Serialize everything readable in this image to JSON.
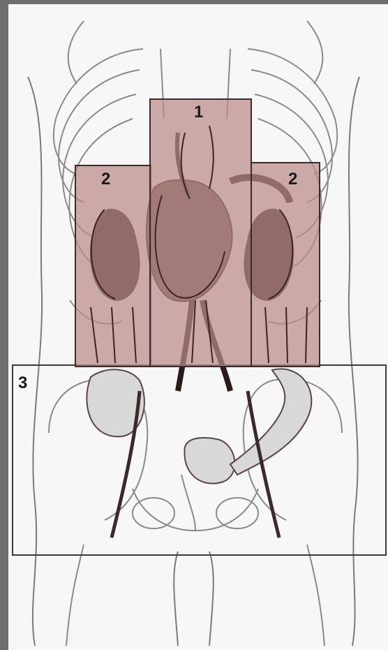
{
  "zones": [
    {
      "id": "zone-1",
      "label": "1",
      "fill": "#b88a88"
    },
    {
      "id": "zone-2-left",
      "label": "2",
      "fill": "#b88a88"
    },
    {
      "id": "zone-2-right",
      "label": "2",
      "fill": "#b88a88"
    },
    {
      "id": "zone-3",
      "label": "3",
      "fill": "none"
    }
  ],
  "colors": {
    "background": "#f7f7f7",
    "frame": "#6e6e6e",
    "line": "#7a7a7a",
    "organ_dark": "#2a1a1a",
    "organ_mid": "#5a4444",
    "zone_stroke": "#3a2a2a",
    "label_text": "#1a1a1a"
  }
}
